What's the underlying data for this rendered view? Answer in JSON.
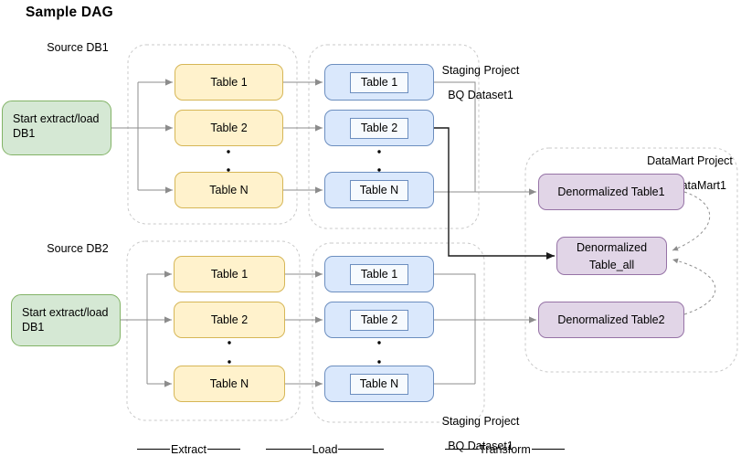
{
  "title": "Sample DAG",
  "stage_labels": {
    "extract": "Extract",
    "load": "Load",
    "transform": "Transform"
  },
  "pipelines": [
    {
      "source_label": "Source DB1",
      "start_label": "Start extract/load\nDB1",
      "extract_tables": [
        "Table 1",
        "Table 2",
        "Table N"
      ],
      "load_tables": [
        "Table 1",
        "Table 2",
        "Table N"
      ],
      "staging_label_line1": "Staging Project",
      "staging_label_line2": "BQ Dataset1"
    },
    {
      "source_label": "Source DB2",
      "start_label": "Start extract/load\nDB1",
      "extract_tables": [
        "Table 1",
        "Table 2",
        "Table N"
      ],
      "load_tables": [
        "Table 1",
        "Table 2",
        "Table N"
      ],
      "staging_label_line1": "Staging Project",
      "staging_label_line2": "BQ Dataset1"
    }
  ],
  "datamart": {
    "label_line1": "DataMart Project",
    "label_line2": "BQ DataMart1",
    "denormalized_table1": "Denormalized Table1",
    "denormalized_table_all": "Denormalized\nTable_all",
    "denormalized_table2": "Denormalized Table2"
  },
  "colors": {
    "start_node_fill": "#d5e8d4",
    "start_node_stroke": "#82b366",
    "extract_node_fill": "#fff2cc",
    "extract_node_stroke": "#d6b656",
    "load_node_fill": "#dae8fc",
    "load_node_stroke": "#6c8ebf",
    "datamart_node_fill": "#e1d5e7",
    "datamart_node_stroke": "#9673a6",
    "connector": "#8c8c8c",
    "highlight_connector": "#1a1a1a",
    "container_stroke": "#c9c9c9"
  }
}
